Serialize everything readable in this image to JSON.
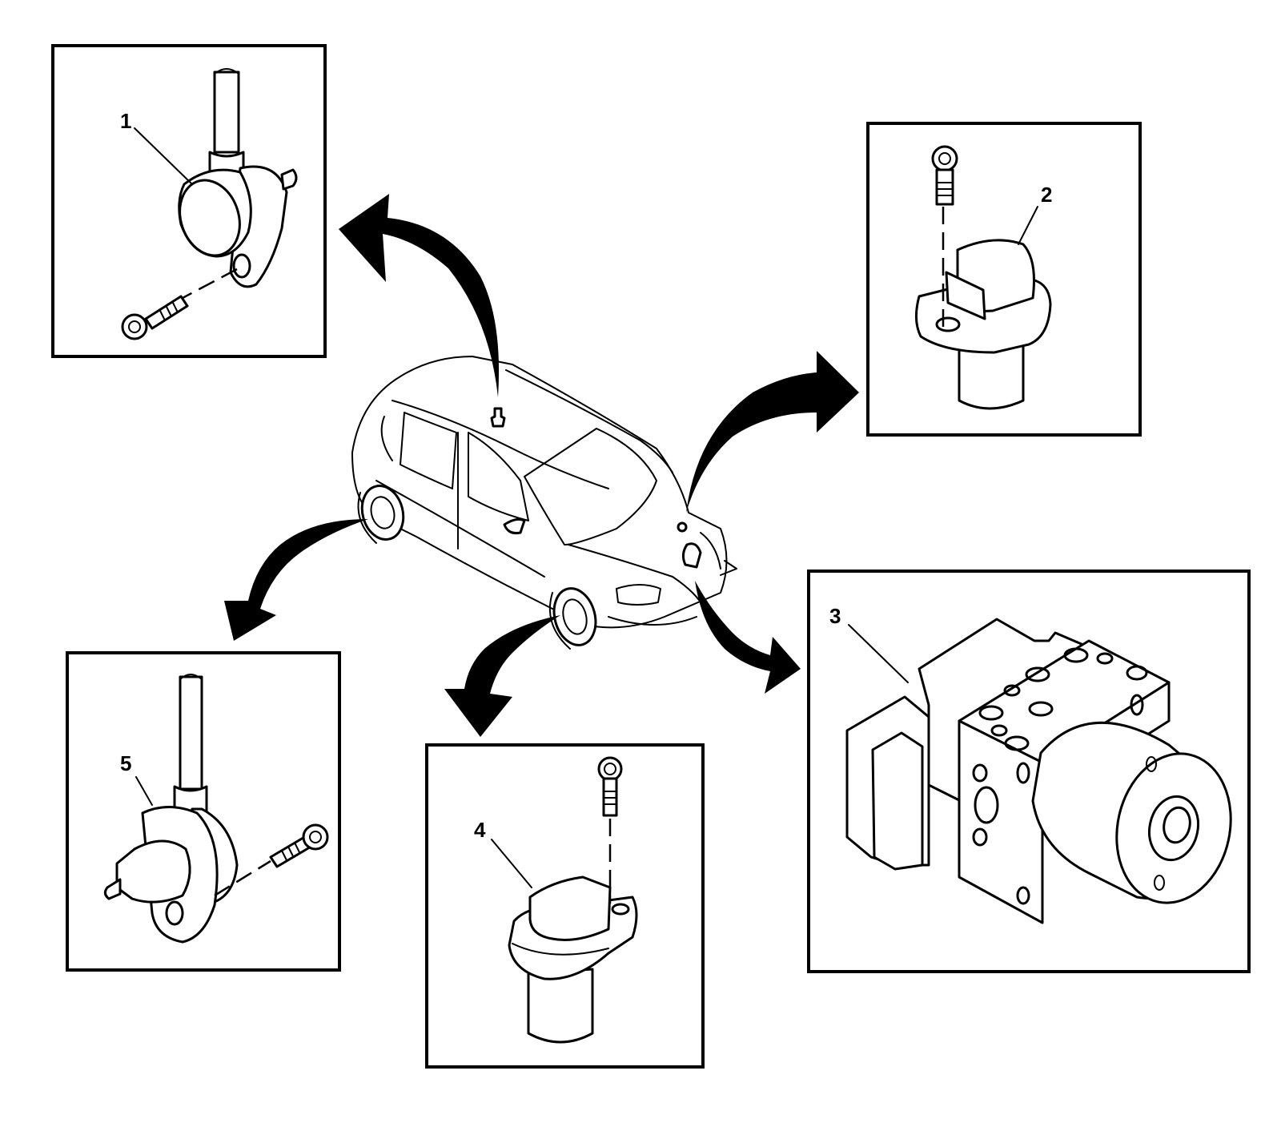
{
  "diagram": {
    "palette": {
      "ink": "#000000",
      "paper": "#ffffff"
    },
    "vehicle": {
      "label": "vehicle-overview"
    },
    "callouts": [
      {
        "id": 1,
        "label": "1",
        "icon": "sensor-with-cable-icon"
      },
      {
        "id": 2,
        "label": "2",
        "icon": "wheel-speed-sensor-icon"
      },
      {
        "id": 3,
        "label": "3",
        "icon": "abs-modulator-icon"
      },
      {
        "id": 4,
        "label": "4",
        "icon": "wheel-speed-sensor-icon"
      },
      {
        "id": 5,
        "label": "5",
        "icon": "sensor-with-cable-icon"
      }
    ]
  }
}
